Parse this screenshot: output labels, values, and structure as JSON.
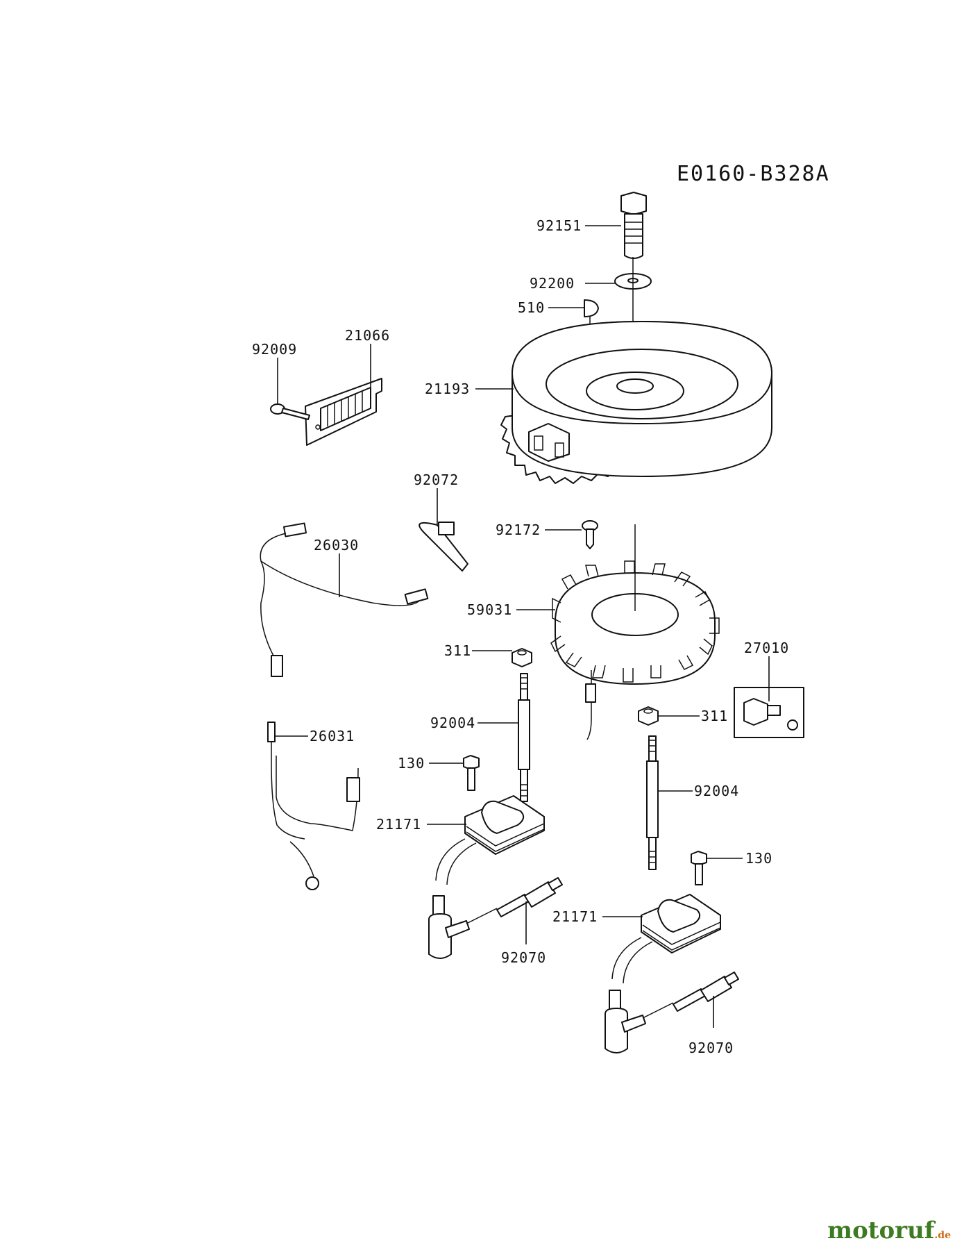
{
  "diagram": {
    "code": "E0160-B328A",
    "labels": {
      "p92151": "92151",
      "p92200": "92200",
      "p510": "510",
      "p21066": "21066",
      "p92009": "92009",
      "p21193": "21193",
      "p92072": "92072",
      "p92172": "92172",
      "p26030": "26030",
      "p59031": "59031",
      "p311a": "311",
      "p27010": "27010",
      "p92004a": "92004",
      "p311b": "311",
      "p26031": "26031",
      "p130a": "130",
      "p92004b": "92004",
      "p21171a": "21171",
      "p130b": "130",
      "p92070a": "92070",
      "p21171b": "21171",
      "p92070b": "92070"
    }
  },
  "watermark": {
    "name": "motoruf",
    "tld": ".de",
    "colors": {
      "name": "#3e7a22",
      "tld": "#c96a12"
    }
  }
}
